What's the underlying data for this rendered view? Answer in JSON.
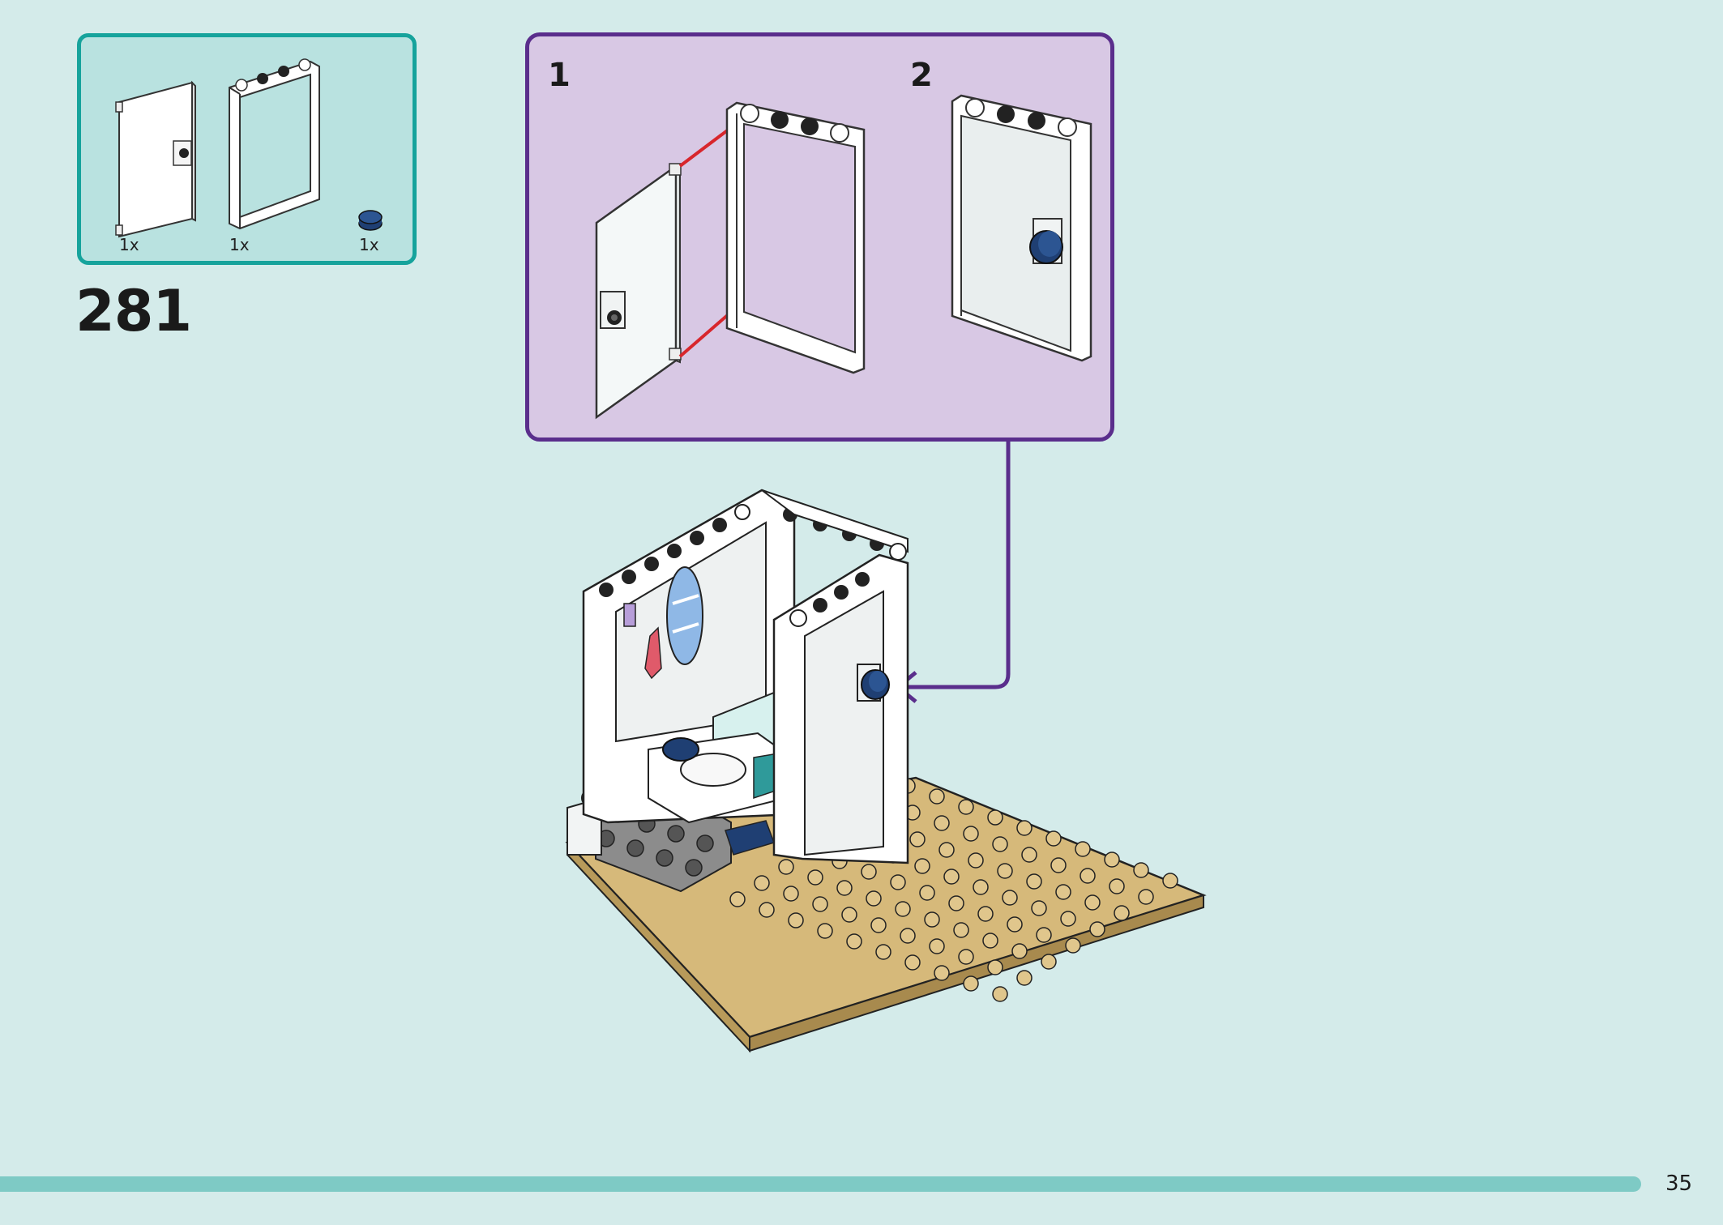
{
  "parts_list": {
    "items": [
      {
        "part": "door",
        "qty": "1x"
      },
      {
        "part": "door-frame",
        "qty": "1x"
      },
      {
        "part": "round-tile-dark-blue",
        "qty": "1x"
      }
    ]
  },
  "step": {
    "number": "281"
  },
  "substeps": [
    {
      "label": "1"
    },
    {
      "label": "2"
    }
  ],
  "colors": {
    "background": "#d4ebea",
    "parts_border": "#16a39c",
    "parts_fill": "#b9e2e0",
    "substep_border": "#5a2e8c",
    "substep_fill": "#d8c8e4",
    "arrow_red": "#d8262c",
    "knob_blue": "#1f3f73",
    "baseplate_tan": "#d6b97a",
    "footer_bar": "#7ecac5"
  },
  "footer": {
    "page_number": "35"
  }
}
